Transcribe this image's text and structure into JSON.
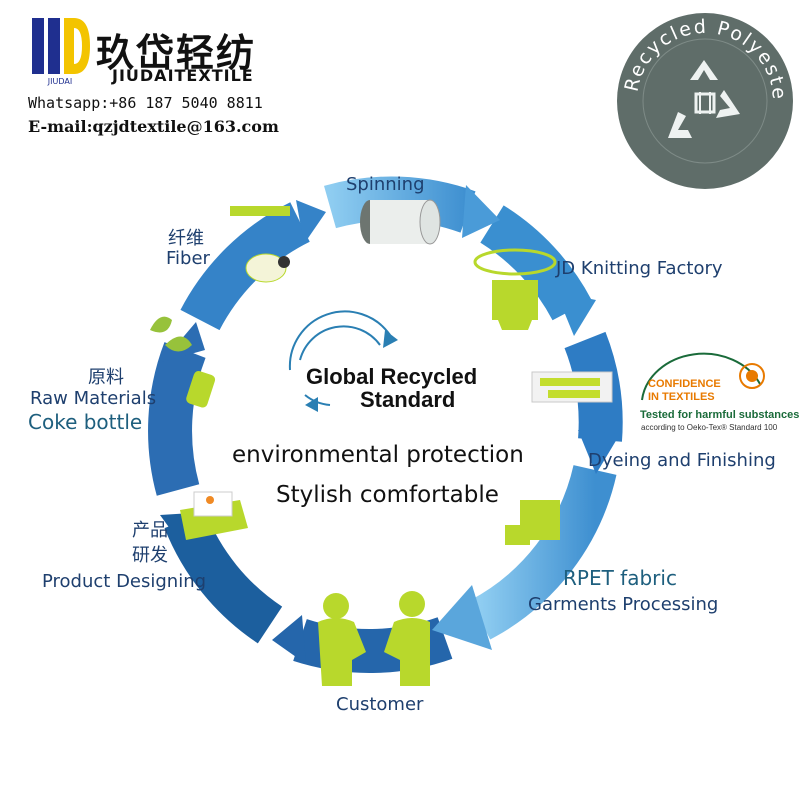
{
  "brand": {
    "name_cn": "玖岱轻纺",
    "name_en": "JIUDAITEXTILE",
    "logo_letters": "JD",
    "logo_sub": "JIUDAI",
    "whatsapp": "Whatsapp:+86 187 5040 8811",
    "email": "E-mail:qzjdtextile@163.com",
    "colors": {
      "logo_blue": "#1f2f8f",
      "logo_yellow": "#f3c400"
    }
  },
  "badge": {
    "text": "Recycled Polyester",
    "color": "#5a6a66"
  },
  "center": {
    "title_line1": "Global Recycled",
    "title_line2": "Standard",
    "slogan1": "environmental protection",
    "slogan2": "Stylish comfortable"
  },
  "cycle": {
    "spinning": "Spinning",
    "knitting": "JD Knitting Factory",
    "dyeing": "Dyeing and Finishing",
    "rpet": "RPET fabric",
    "garments": "Garments Processing",
    "customer": "Customer",
    "design_cn1": "产品",
    "design_cn2": "研发",
    "design": "Product Designing",
    "raw_cn": "原料",
    "raw": "Raw Materials",
    "coke": "Coke bottle",
    "fiber_cn": "纤维",
    "fiber": "Fiber",
    "colors": {
      "arrow_light": "#4fa4dc",
      "arrow_dark": "#1c5f9e",
      "accent_green": "#b4d12a"
    }
  },
  "oeko": {
    "line1": "CONFIDENCE",
    "line2": "IN TEXTILES",
    "line3": "Tested for harmful substances",
    "line4": "according to Oeko-Tex® Standard 100"
  }
}
